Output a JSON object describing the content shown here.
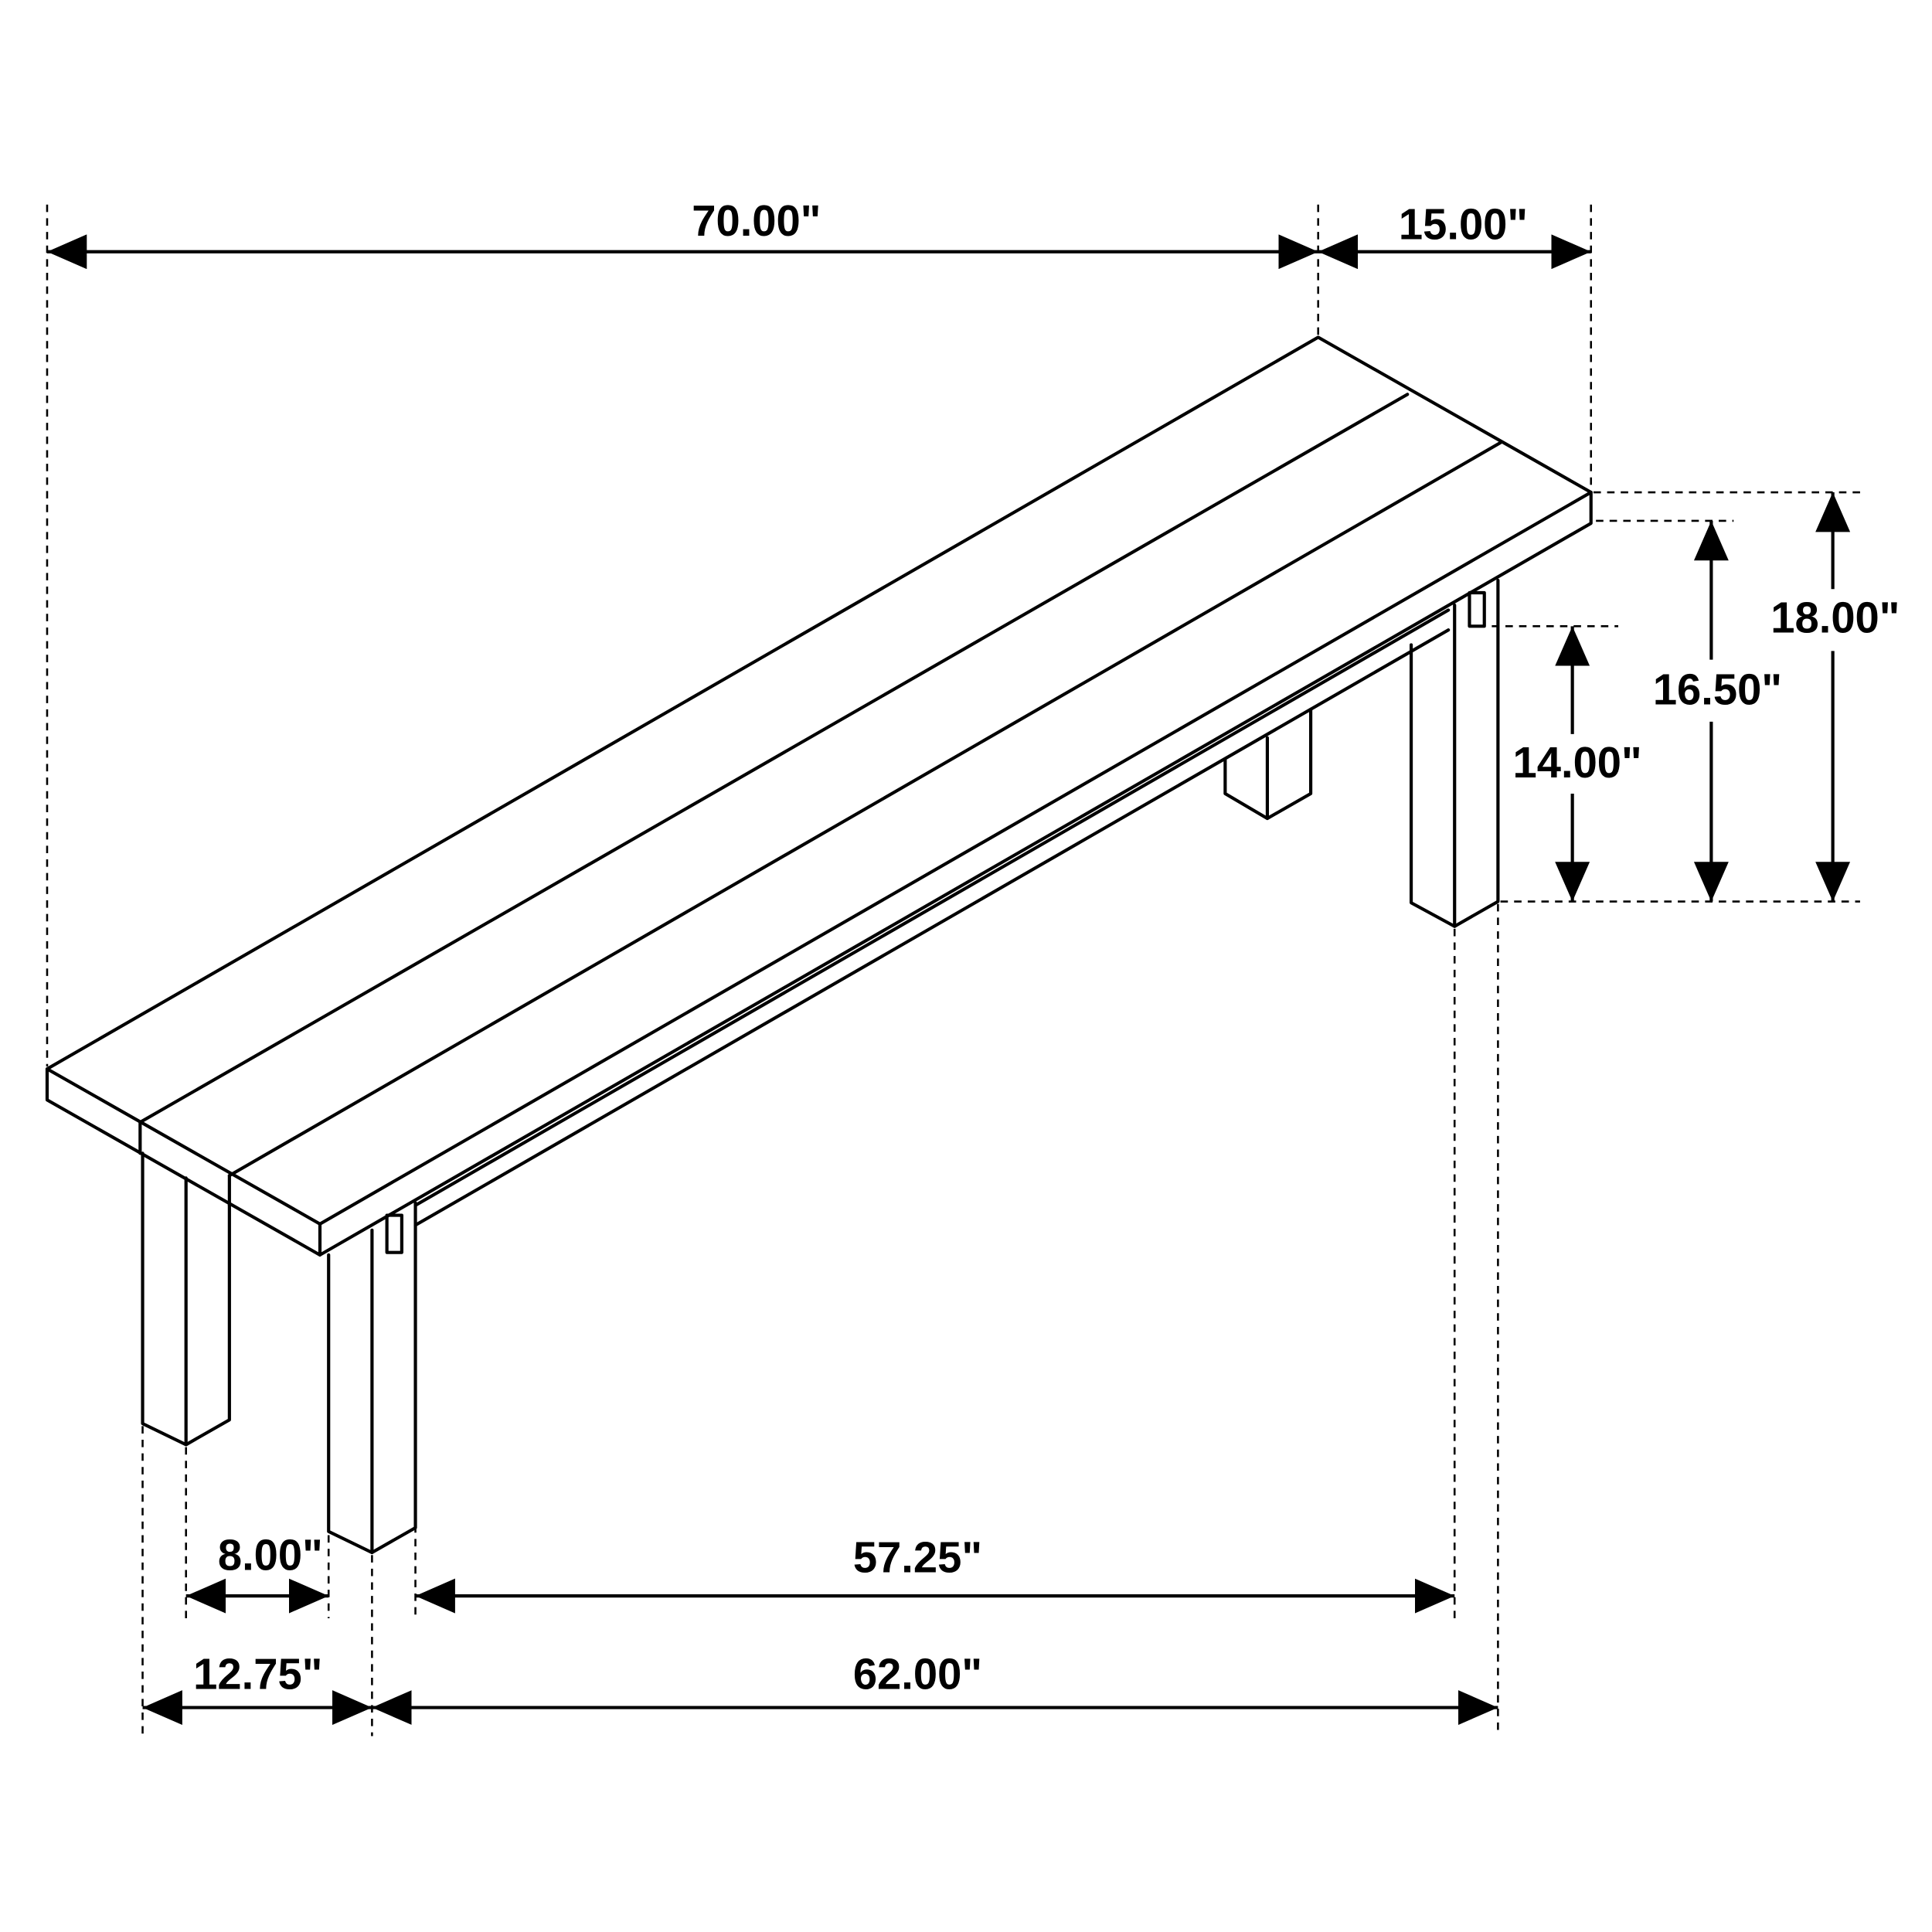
{
  "title": "Bench dimension drawing",
  "dimensions": {
    "overall_length": "70.00\"",
    "depth": "15.00\"",
    "overall_height": "18.00\"",
    "seat_underside_height": "16.50\"",
    "apron_clearance_height": "14.00\"",
    "leg_spacing_inner": "57.25\"",
    "leg_spacing_outer": "62.00\"",
    "leg_depth_inner": "8.00\"",
    "leg_depth_outer": "12.75\""
  }
}
